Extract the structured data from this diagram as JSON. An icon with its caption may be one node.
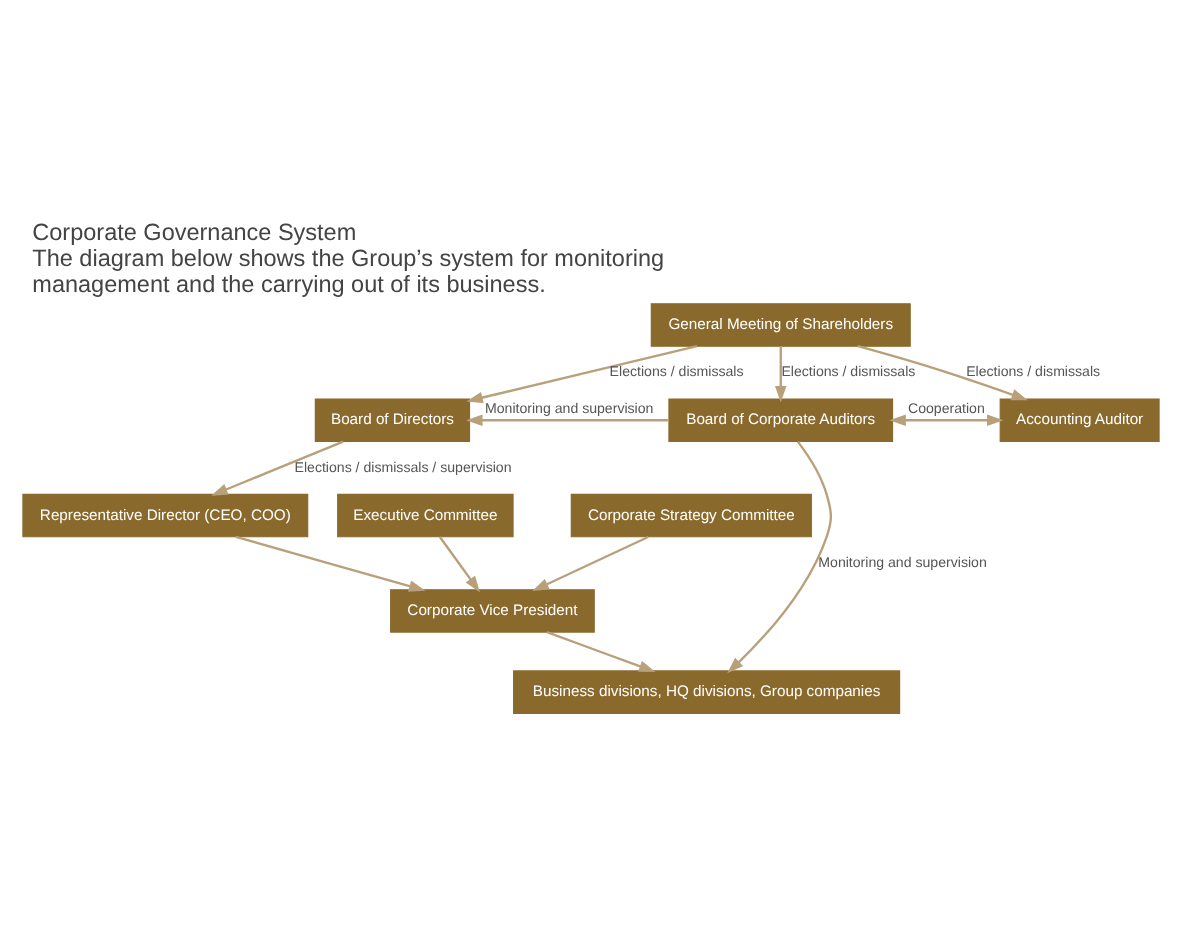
{
  "diagram": {
    "title": "Corporate Governance System",
    "caption": "The diagram below shows the Group’s system for monitoring management and the carrying out of its business.",
    "nodes": [
      {
        "text": [
          "General Meeting of Shareholders"
        ]
      },
      {
        "text": [
          "Board of Directors"
        ]
      },
      {
        "text": [
          "Board of Corporate Auditors"
        ]
      },
      {
        "text": [
          "Accounting Auditor"
        ]
      },
      {
        "text": [
          "Representative Director (CEO, COO)"
        ]
      },
      {
        "text": [
          "Executive Committee"
        ]
      },
      {
        "text": [
          "Corporate Strategy Committee"
        ]
      },
      {
        "text": [
          "Corporate Vice President"
        ]
      },
      {
        "text": [
          "Business divisions, HQ divisions, Group companies"
        ]
      }
    ],
    "edges": [
      {
        "from": 0,
        "to": 1,
        "arrow": "to",
        "label": "Elections / dismissals"
      },
      {
        "from": 0,
        "to": 2,
        "arrow": "to",
        "label": "Elections / dismissals"
      },
      {
        "from": 0,
        "to": 3,
        "arrow": "to",
        "label": "Elections / dismissals"
      },
      {
        "from": 2,
        "to": 1,
        "arrow": "to",
        "label": "Monitoring and supervision"
      },
      {
        "from": 2,
        "to": 3,
        "arrow": "both",
        "label": "Cooperation"
      },
      {
        "from": 1,
        "to": 4,
        "arrow": "to",
        "label": "Elections / dismissals / supervision"
      },
      {
        "from": 4,
        "to": 7,
        "arrow": "to"
      },
      {
        "from": 5,
        "to": 7,
        "arrow": "to"
      },
      {
        "from": 6,
        "to": 7,
        "arrow": "to"
      },
      {
        "from": 7,
        "to": 8,
        "arrow": "to"
      },
      {
        "from": 2,
        "to": 8,
        "arrow": "to",
        "label": "Monitoring and supervision"
      }
    ]
  }
}
